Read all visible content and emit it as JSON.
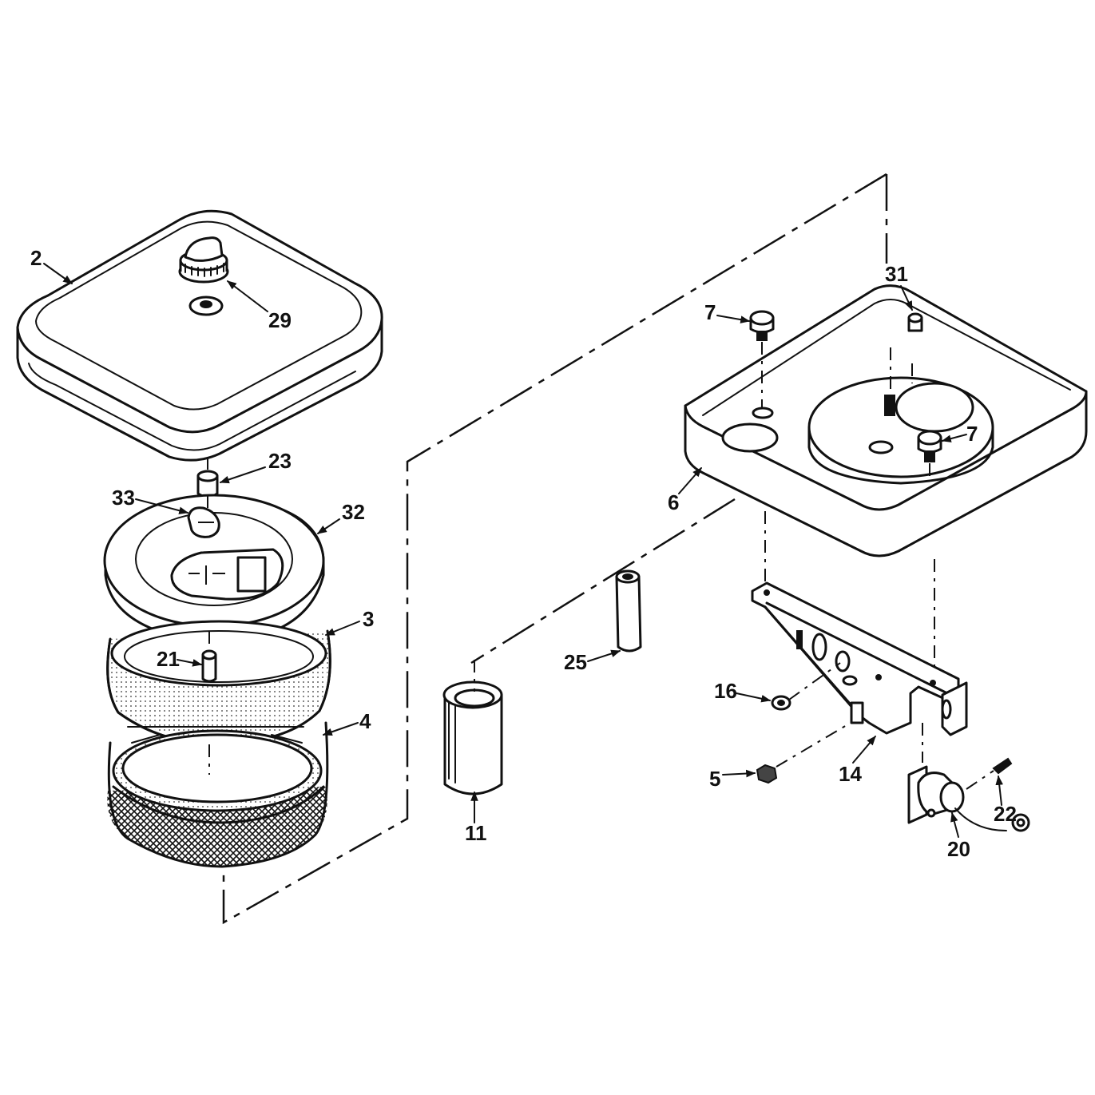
{
  "diagram": {
    "labels": {
      "p2": "2",
      "p29": "29",
      "p23": "23",
      "p33": "33",
      "p32": "32",
      "p3": "3",
      "p21": "21",
      "p4": "4",
      "p11": "11",
      "p25": "25",
      "p7a": "7",
      "p31": "31",
      "p7b": "7",
      "p6": "6",
      "p16": "16",
      "p14": "14",
      "p5": "5",
      "p22": "22",
      "p20": "20"
    }
  }
}
